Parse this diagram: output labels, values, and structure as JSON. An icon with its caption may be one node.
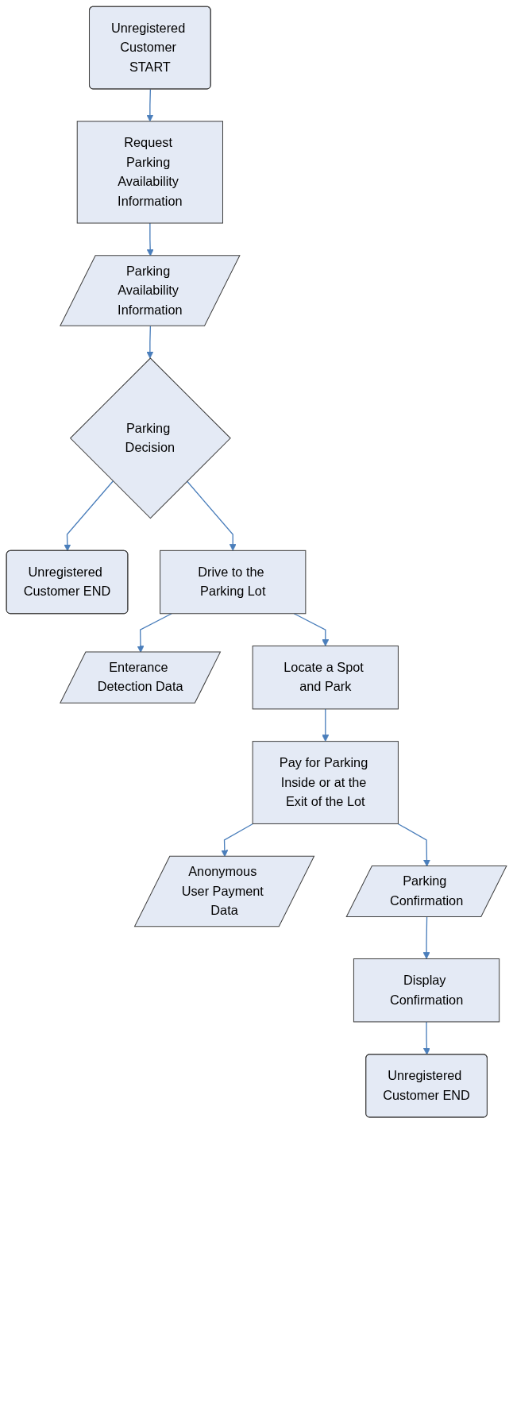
{
  "diagram": {
    "nodes": [
      {
        "text": [
          "Unregistered Customer START"
        ]
      },
      {
        "text": [
          "Request Parking Availability Information"
        ]
      },
      {
        "text": [
          "Parking Availability Information"
        ]
      },
      {
        "text": [
          "Parking Decision"
        ]
      },
      {
        "text": [
          "Unregistered Customer END"
        ]
      },
      {
        "text": [
          "Drive to the Parking Lot"
        ]
      },
      {
        "text": [
          "Enterance Detection Data"
        ]
      },
      {
        "text": [
          "Locate a Spot and Park"
        ]
      },
      {
        "text": [
          "Pay for Parking Inside or at the Exit of the Lot"
        ]
      },
      {
        "text": [
          "Anonymous User Payment Data"
        ]
      },
      {
        "text": [
          "Parking Confirmation"
        ]
      },
      {
        "text": [
          "Display Confirmation"
        ]
      },
      {
        "text": [
          "Unregistered Customer END"
        ]
      }
    ],
    "edges": [
      {
        "from": 0,
        "to": 1,
        "arrow": "to"
      },
      {
        "from": 1,
        "to": 2,
        "arrow": "to"
      },
      {
        "from": 2,
        "to": 3,
        "arrow": "to"
      },
      {
        "from": 3,
        "to": 4,
        "arrow": "to"
      },
      {
        "from": 3,
        "to": 5,
        "arrow": "to"
      },
      {
        "from": 5,
        "to": 6,
        "arrow": "to"
      },
      {
        "from": 5,
        "to": 7,
        "arrow": "to"
      },
      {
        "from": 7,
        "to": 8,
        "arrow": "to"
      },
      {
        "from": 8,
        "to": 9,
        "arrow": "to"
      },
      {
        "from": 8,
        "to": 10,
        "arrow": "to"
      },
      {
        "from": 10,
        "to": 11,
        "arrow": "to"
      },
      {
        "from": 11,
        "to": 12,
        "arrow": "to"
      }
    ]
  }
}
